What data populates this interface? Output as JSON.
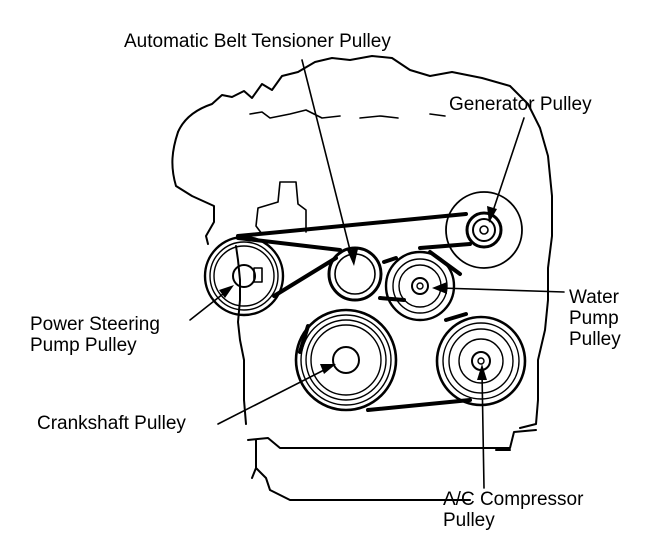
{
  "labels": {
    "tensioner": "Automatic Belt Tensioner Pulley",
    "generator": "Generator Pulley",
    "water_pump": [
      "Water",
      "Pump",
      "Pulley"
    ],
    "power_steering": [
      "Power Steering",
      "Pump Pulley"
    ],
    "crankshaft": "Crankshaft Pulley",
    "ac_compressor": [
      "A/C Compressor",
      "Pulley"
    ]
  },
  "colors": {
    "ink": "#000000",
    "background": "#ffffff"
  }
}
